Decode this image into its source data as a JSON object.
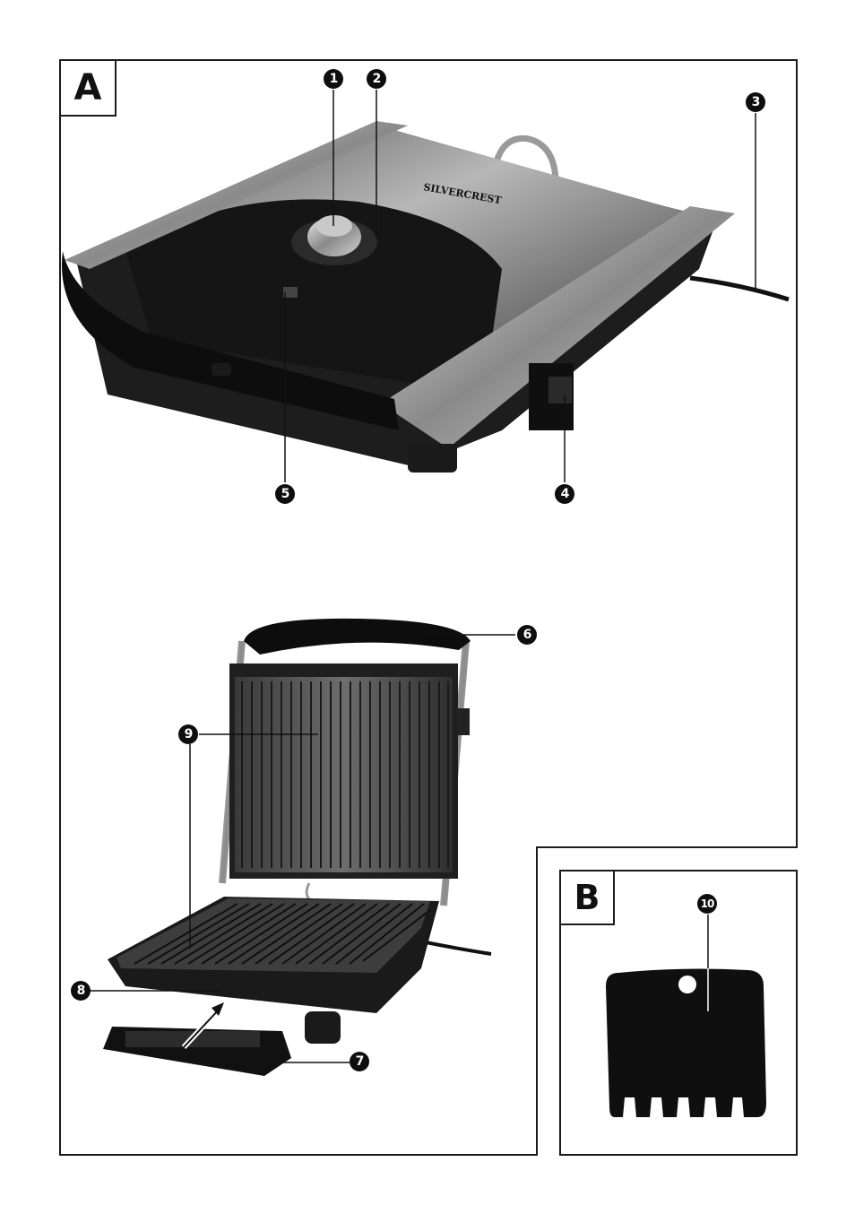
{
  "sections": {
    "a": {
      "letter": "A"
    },
    "b": {
      "letter": "B"
    }
  },
  "callouts": {
    "n1": "1",
    "n2": "2",
    "n3": "3",
    "n4": "4",
    "n5": "5",
    "n6": "6",
    "n7": "7",
    "n8": "8",
    "n9": "9",
    "n10": "10"
  },
  "brand": {
    "logo_text": "SILVERCREST"
  },
  "colors": {
    "frame": "#1a1a1a",
    "badge": "#0e0e0e",
    "metal": "#a8a8a8",
    "black_plastic": "#151515"
  }
}
